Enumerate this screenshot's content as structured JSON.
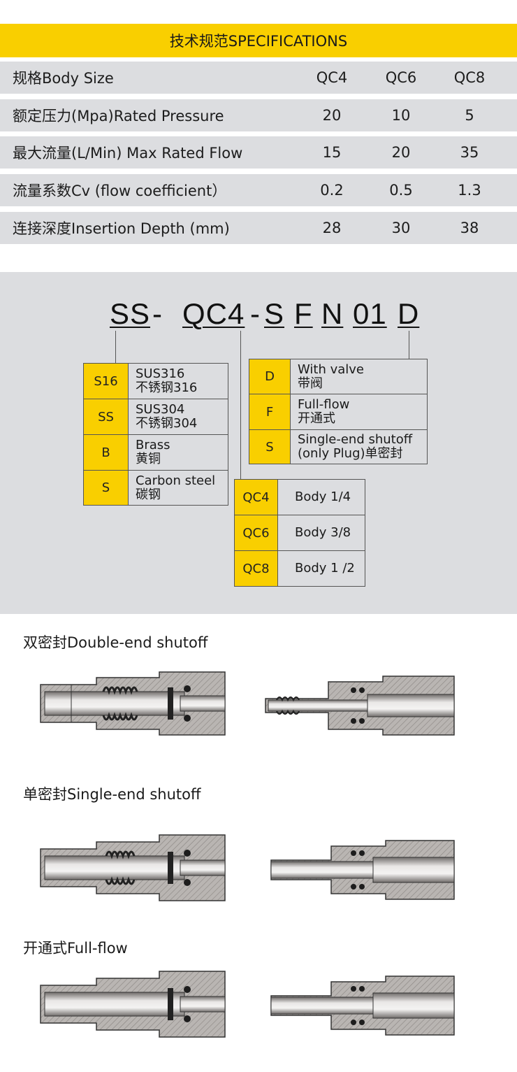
{
  "specs": {
    "title": "技术规范SPECIFICATIONS",
    "rows": [
      {
        "label": "规格Body Size",
        "v": [
          "QC4",
          "QC6",
          "QC8"
        ]
      },
      {
        "label": "额定压力(Mpa)Rated Pressure",
        "v": [
          "20",
          "10",
          "5"
        ]
      },
      {
        "label": "最大流量(L/Min) Max Rated Flow",
        "v": [
          "15",
          "20",
          "35"
        ]
      },
      {
        "label": "流量系数Cv (flow coefficient）",
        "v": [
          "0.2",
          "0.5",
          "1.3"
        ]
      },
      {
        "label": "连接深度Insertion Depth (mm)",
        "v": [
          "28",
          "30",
          "38"
        ]
      }
    ]
  },
  "part_number": {
    "segments": [
      "SS",
      "-",
      "QC4",
      "-",
      "S",
      "F",
      "N",
      "01",
      "D"
    ],
    "material": [
      {
        "code": "S16",
        "line1": "SUS316",
        "line2": "不锈钢316"
      },
      {
        "code": "SS",
        "line1": "SUS304",
        "line2": "不锈钢304"
      },
      {
        "code": "B",
        "line1": "Brass",
        "line2": "黄铜"
      },
      {
        "code": "S",
        "line1": "Carbon steel",
        "line2": "碳钢"
      }
    ],
    "type": [
      {
        "code": "D",
        "line1": "With valve",
        "line2": "带阀"
      },
      {
        "code": "F",
        "line1": "Full-flow",
        "line2": "开通式"
      },
      {
        "code": "S",
        "line1": "Single-end shutoff",
        "line2": "(only Plug)单密封"
      }
    ],
    "size": [
      {
        "code": "QC4",
        "desc": "Body 1/4"
      },
      {
        "code": "QC6",
        "desc": "Body 3/8"
      },
      {
        "code": "QC8",
        "desc": "Body 1 /2"
      }
    ]
  },
  "diagrams": {
    "double": "双密封Double-end shutoff",
    "single": "单密封Single-end shutoff",
    "full": "开通式Full-flow"
  },
  "colors": {
    "accent": "#f9cf00",
    "panel": "#dcdde0",
    "metal": "#b7b3b0",
    "metal_dark": "#8f8b88"
  }
}
